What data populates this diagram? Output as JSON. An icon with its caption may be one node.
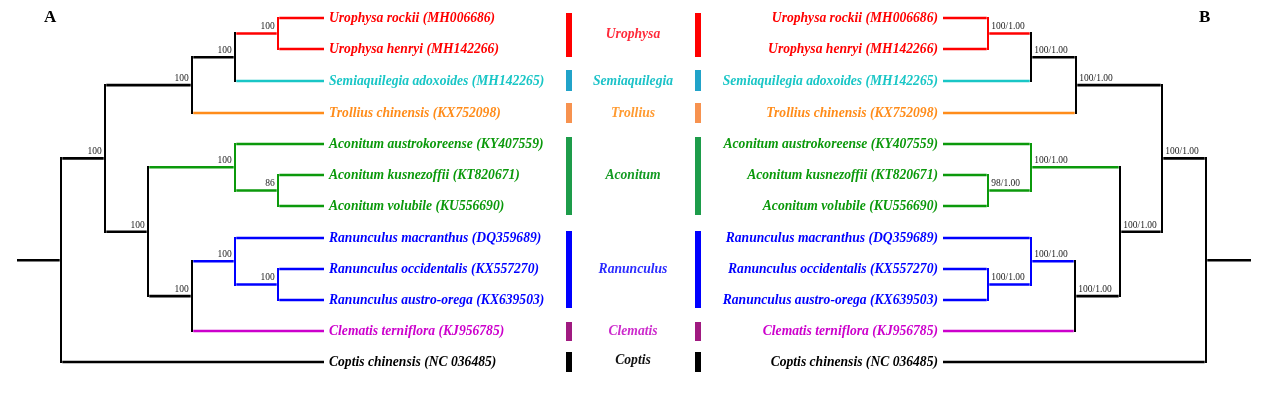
{
  "diagram": {
    "nodes": [
      {
        "text": [],
        "shape": "line"
      },
      {
        "text": [],
        "shape": "line",
        "beside": [
          "100"
        ]
      },
      {
        "text": [],
        "shape": "line",
        "beside": [
          "100"
        ]
      },
      {
        "text": [],
        "shape": "line",
        "beside": [
          "100"
        ]
      },
      {
        "text": [],
        "shape": "line",
        "beside": [
          "100"
        ]
      },
      {
        "text": [
          "Urophysa rockii (MH006686)"
        ]
      },
      {
        "text": [
          "Urophysa henryi (MH142266)"
        ]
      },
      {
        "text": [
          "Semiaquilegia adoxoides (MH142265)"
        ]
      },
      {
        "text": [
          "Trollius chinensis (KX752098)"
        ]
      },
      {
        "text": [],
        "shape": "line",
        "beside": [
          "100"
        ]
      },
      {
        "text": [],
        "shape": "line",
        "beside": [
          "100"
        ]
      },
      {
        "text": [
          "Aconitum austrokoreense (KY407559)"
        ]
      },
      {
        "text": [],
        "shape": "line",
        "beside": [
          "86"
        ]
      },
      {
        "text": [
          "Aconitum kusnezoffii (KT820671)"
        ]
      },
      {
        "text": [
          "Aconitum volubile (KU556690)"
        ]
      },
      {
        "text": [],
        "shape": "line",
        "beside": [
          "100"
        ]
      },
      {
        "text": [],
        "shape": "line",
        "beside": [
          "100"
        ]
      },
      {
        "text": [
          "Ranunculus macranthus (DQ359689)"
        ]
      },
      {
        "text": [],
        "shape": "line",
        "beside": [
          "100"
        ]
      },
      {
        "text": [
          "Ranunculus occidentalis (KX557270)"
        ]
      },
      {
        "text": [
          "Ranunculus austro-orega (KX639503)"
        ]
      },
      {
        "text": [
          "Clematis terniflora (KJ956785)"
        ]
      },
      {
        "text": [
          "Coptis chinensis (NC 036485)"
        ]
      },
      {
        "text": [],
        "shape": "line"
      },
      {
        "text": [],
        "shape": "line",
        "beside": [
          "100/1.00"
        ]
      },
      {
        "text": [],
        "shape": "line",
        "beside": [
          "100/1.00"
        ]
      },
      {
        "text": [],
        "shape": "line",
        "beside": [
          "100/1.00"
        ]
      },
      {
        "text": [],
        "shape": "line",
        "beside": [
          "100/1.00"
        ]
      },
      {
        "text": [
          "Urophysa rockii (MH006686)"
        ]
      },
      {
        "text": [
          "Urophysa henryi (MH142266)"
        ]
      },
      {
        "text": [
          "Semiaquilegia adoxoides (MH142265)"
        ]
      },
      {
        "text": [
          "Trollius chinensis (KX752098)"
        ]
      },
      {
        "text": [],
        "shape": "line",
        "beside": [
          "100/1.00"
        ]
      },
      {
        "text": [],
        "shape": "line",
        "beside": [
          "100/1.00"
        ]
      },
      {
        "text": [
          "Aconitum austrokoreense (KY407559)"
        ]
      },
      {
        "text": [],
        "shape": "line",
        "beside": [
          "98/1.00"
        ]
      },
      {
        "text": [
          "Aconitum kusnezoffii (KT820671)"
        ]
      },
      {
        "text": [
          "Aconitum volubile (KU556690)"
        ]
      },
      {
        "text": [],
        "shape": "line",
        "beside": [
          "100/1.00"
        ]
      },
      {
        "text": [],
        "shape": "line",
        "beside": [
          "100/1.00"
        ]
      },
      {
        "text": [
          "Ranunculus macranthus (DQ359689)"
        ]
      },
      {
        "text": [],
        "shape": "line",
        "beside": [
          "100/1.00"
        ]
      },
      {
        "text": [
          "Ranunculus occidentalis (KX557270)"
        ]
      },
      {
        "text": [
          "Ranunculus austro-orega (KX639503)"
        ]
      },
      {
        "text": [
          "Clematis terniflora (KJ956785)"
        ]
      },
      {
        "text": [
          "Coptis chinensis (NC 036485)"
        ]
      }
    ],
    "edges": [
      {
        "from": null,
        "to": 0,
        "arrow": "none"
      },
      {
        "from": 0,
        "to": 1,
        "arrow": "none"
      },
      {
        "from": 1,
        "to": 2,
        "arrow": "none"
      },
      {
        "from": 2,
        "to": 3,
        "arrow": "none"
      },
      {
        "from": 3,
        "to": 4,
        "arrow": "none",
        "color": "#ff0000"
      },
      {
        "from": 4,
        "to": 5,
        "arrow": "none",
        "color": "#ff0000"
      },
      {
        "from": 4,
        "to": 6,
        "arrow": "none",
        "color": "#ff0000"
      },
      {
        "from": 3,
        "to": 7,
        "arrow": "none",
        "color": "#19c6c6"
      },
      {
        "from": 2,
        "to": 8,
        "arrow": "none",
        "color": "#ff8c1a"
      },
      {
        "from": 1,
        "to": 9,
        "arrow": "none"
      },
      {
        "from": 9,
        "to": 10,
        "arrow": "none",
        "color": "#0b990b"
      },
      {
        "from": 10,
        "to": 11,
        "arrow": "none",
        "color": "#0b990b"
      },
      {
        "from": 10,
        "to": 12,
        "arrow": "none",
        "color": "#0b990b"
      },
      {
        "from": 12,
        "to": 13,
        "arrow": "none",
        "color": "#0b990b"
      },
      {
        "from": 12,
        "to": 14,
        "arrow": "none",
        "color": "#0b990b"
      },
      {
        "from": 9,
        "to": 15,
        "arrow": "none"
      },
      {
        "from": 15,
        "to": 16,
        "arrow": "none",
        "color": "#0000ff"
      },
      {
        "from": 16,
        "to": 17,
        "arrow": "none",
        "color": "#0000ff"
      },
      {
        "from": 16,
        "to": 18,
        "arrow": "none",
        "color": "#0000ff"
      },
      {
        "from": 18,
        "to": 19,
        "arrow": "none",
        "color": "#0000ff"
      },
      {
        "from": 18,
        "to": 20,
        "arrow": "none",
        "color": "#0000ff"
      },
      {
        "from": 15,
        "to": 21,
        "arrow": "none",
        "color": "#cc00cc"
      },
      {
        "from": 0,
        "to": 22,
        "arrow": "none"
      },
      {
        "from": null,
        "to": 23,
        "arrow": "none"
      },
      {
        "from": 23,
        "to": 24,
        "arrow": "none"
      },
      {
        "from": 24,
        "to": 25,
        "arrow": "none"
      },
      {
        "from": 25,
        "to": 26,
        "arrow": "none"
      },
      {
        "from": 26,
        "to": 27,
        "arrow": "none",
        "color": "#ff0000"
      },
      {
        "from": 27,
        "to": 28,
        "arrow": "none",
        "color": "#ff0000"
      },
      {
        "from": 27,
        "to": 29,
        "arrow": "none",
        "color": "#ff0000"
      },
      {
        "from": 26,
        "to": 30,
        "arrow": "none",
        "color": "#19c6c6"
      },
      {
        "from": 25,
        "to": 31,
        "arrow": "none",
        "color": "#ff8c1a"
      },
      {
        "from": 24,
        "to": 32,
        "arrow": "none"
      },
      {
        "from": 32,
        "to": 33,
        "arrow": "none",
        "color": "#0b990b"
      },
      {
        "from": 33,
        "to": 34,
        "arrow": "none",
        "color": "#0b990b"
      },
      {
        "from": 33,
        "to": 35,
        "arrow": "none",
        "color": "#0b990b"
      },
      {
        "from": 35,
        "to": 36,
        "arrow": "none",
        "color": "#0b990b"
      },
      {
        "from": 35,
        "to": 37,
        "arrow": "none",
        "color": "#0b990b"
      },
      {
        "from": 32,
        "to": 38,
        "arrow": "none"
      },
      {
        "from": 38,
        "to": 39,
        "arrow": "none",
        "color": "#0000ff"
      },
      {
        "from": 39,
        "to": 40,
        "arrow": "none",
        "color": "#0000ff"
      },
      {
        "from": 39,
        "to": 41,
        "arrow": "none",
        "color": "#0000ff"
      },
      {
        "from": 41,
        "to": 42,
        "arrow": "none",
        "color": "#0000ff"
      },
      {
        "from": 41,
        "to": 43,
        "arrow": "none",
        "color": "#0000ff"
      },
      {
        "from": 38,
        "to": 44,
        "arrow": "none",
        "color": "#cc00cc"
      },
      {
        "from": 23,
        "to": 45,
        "arrow": "none"
      }
    ],
    "labels": [
      "A",
      "B"
    ],
    "legend": [
      {
        "text": "Urophysa",
        "color": "#ff0000"
      },
      {
        "text": "Semiaquilegia",
        "color": "#21a3c9"
      },
      {
        "text": "Trollius",
        "color": "#f7924f"
      },
      {
        "text": "Aconitum",
        "color": "#1d9c4a"
      },
      {
        "text": "Ranunculus",
        "color": "#0000ff"
      },
      {
        "text": "Clematis",
        "color": "#a01a80"
      },
      {
        "text": "Coptis",
        "color": "#000000"
      }
    ]
  }
}
